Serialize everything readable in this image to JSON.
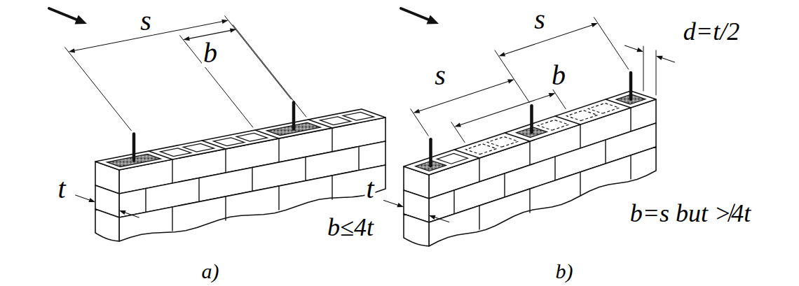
{
  "diagram": {
    "labels": [
      "s",
      "b",
      "t",
      "b≤4t",
      "a)",
      "s",
      "d=t/2",
      "s",
      "b",
      "t",
      "b=s but ≯4t",
      "b)"
    ]
  }
}
